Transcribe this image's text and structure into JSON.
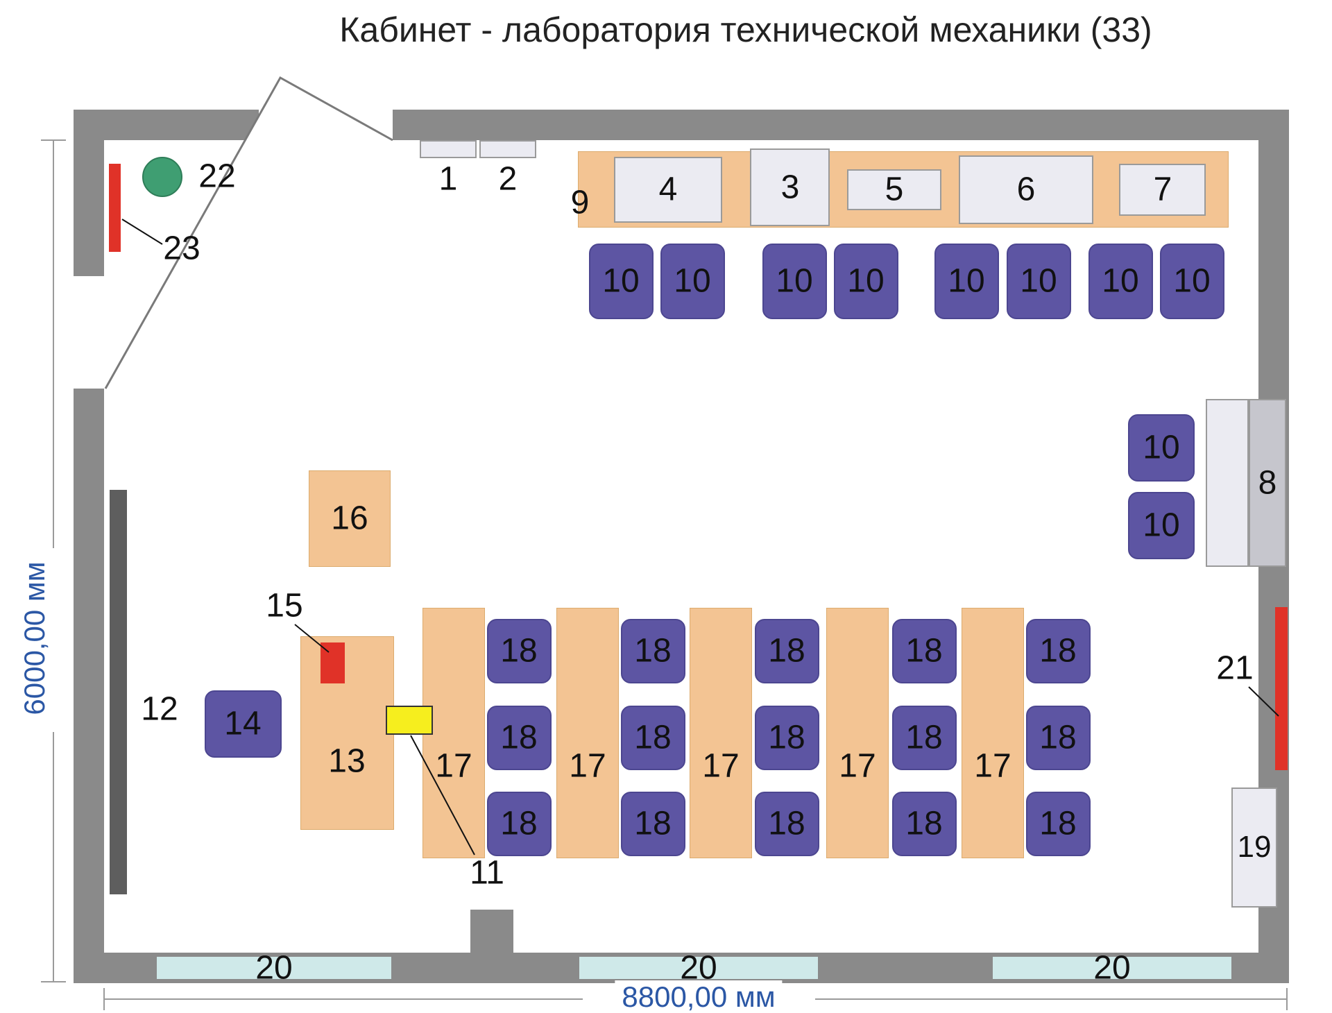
{
  "title": "Кабинет - лаборатория технической механики (33)",
  "dimensions": {
    "height": "6000,00 мм",
    "width": "8800,00 мм"
  },
  "colors": {
    "wall": "#8a8a8a",
    "desk_orange": "#f3c493",
    "chair_purple": "#5d55a3",
    "equipment_gray": "#ebebf2",
    "window_cyan": "#cfe9e9",
    "accent_red": "#e03228",
    "accent_yellow": "#f6ee1e",
    "accent_green": "#3f9e72",
    "board_dark": "#5e5e5e",
    "dimension_blue": "#2b57a5"
  },
  "labels": {
    "n1": "1",
    "n2": "2",
    "n3": "3",
    "n4": "4",
    "n5": "5",
    "n6": "6",
    "n7": "7",
    "n8": "8",
    "n9": "9",
    "n10": "10",
    "n11": "11",
    "n12": "12",
    "n13": "13",
    "n14": "14",
    "n15": "15",
    "n16": "16",
    "n17": "17",
    "n18": "18",
    "n19": "19",
    "n20": "20",
    "n21": "21",
    "n22": "22",
    "n23": "23"
  }
}
